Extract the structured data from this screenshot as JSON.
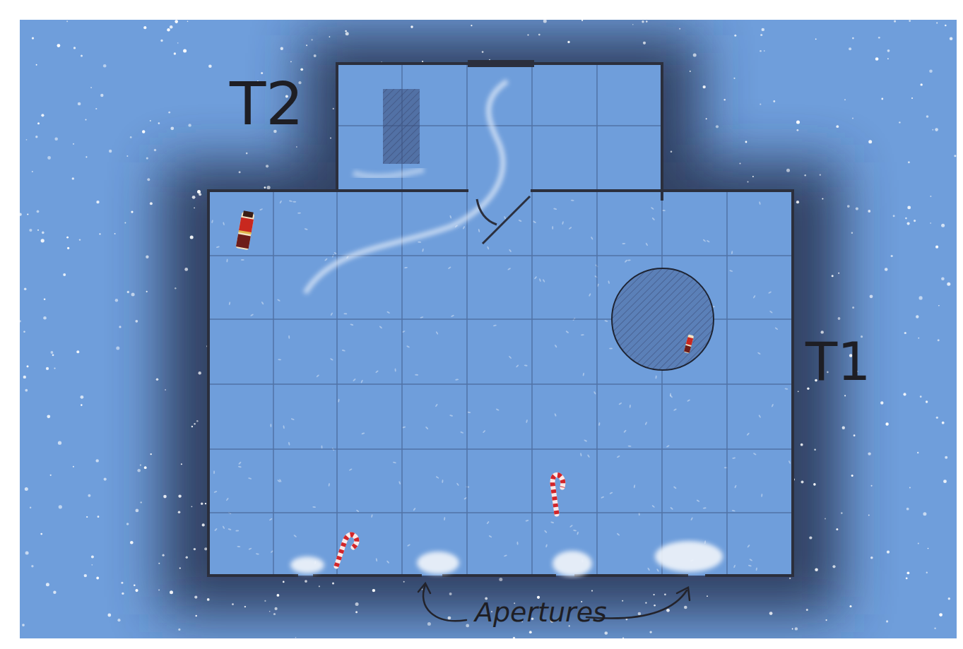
{
  "diagram": {
    "labels": [
      "T2",
      "T1",
      "Apertures"
    ]
  }
}
